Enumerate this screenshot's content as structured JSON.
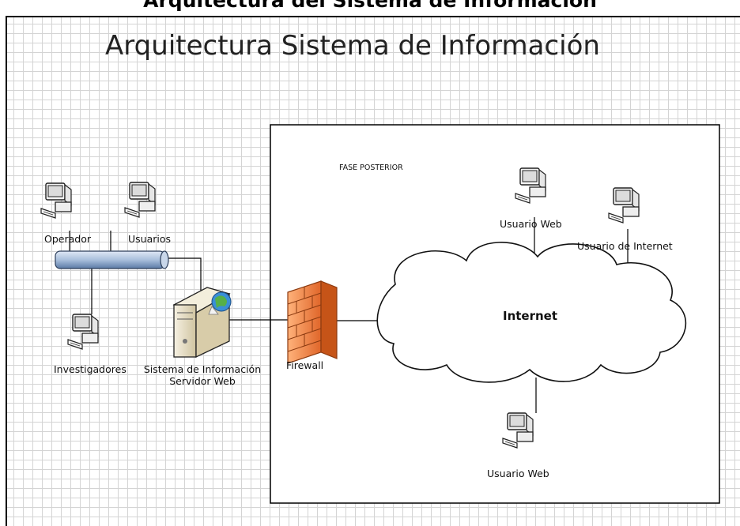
{
  "caption": "Arquitectura del Sistema de Información",
  "title": "Arquitectura Sistema de Información",
  "phase_label": "FASE POSTERIOR",
  "nodes": {
    "operador": "Operador",
    "usuarios": "Usuarios",
    "investigadores": "Investigadores",
    "server_line1": "Sistema de Información",
    "server_line2": "Servidor Web",
    "firewall": "Firewall",
    "internet": "Internet",
    "usuario_web_top": "Usuario Web",
    "usuario_internet": "Usuario de Internet",
    "usuario_web_bottom": "Usuario Web"
  },
  "icons": {
    "workstation": "workstation-icon",
    "server": "server-icon",
    "globe": "globe-icon",
    "firewall": "firewall-icon",
    "cloud": "cloud-icon",
    "bus": "network-bus-icon"
  },
  "colors": {
    "grid": "#d4d4d4",
    "bus_fill": "#a9bfdc",
    "firewall": "#f08b3c",
    "server": "#e9e1c9"
  }
}
